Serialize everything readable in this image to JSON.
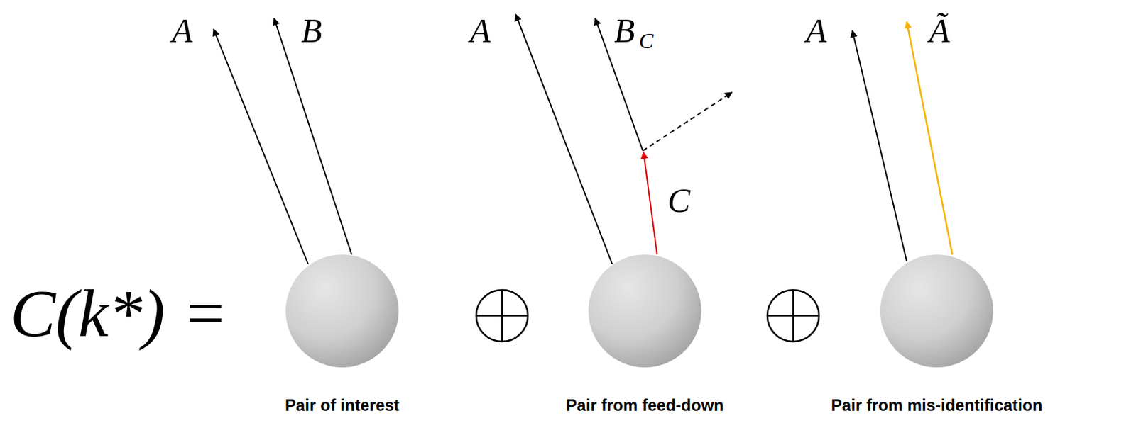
{
  "diagram": {
    "nodes": [
      {
        "text": [
          "Pair of interest"
        ]
      },
      {
        "text": [
          "Pair from feed-down"
        ]
      },
      {
        "text": [
          "Pair from mis-identification"
        ]
      }
    ],
    "labels": [
      "C(k*) =",
      "A",
      "B",
      "A",
      "B",
      "C",
      "C",
      "A",
      "Ã"
    ]
  }
}
